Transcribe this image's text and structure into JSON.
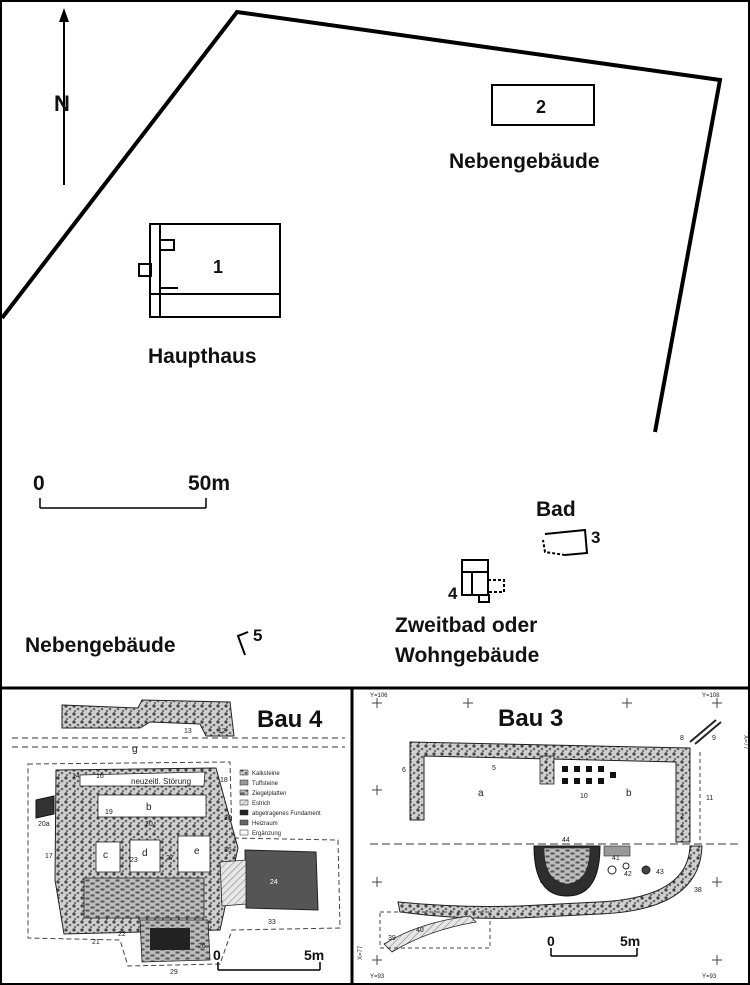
{
  "site_plan": {
    "north": "N",
    "buildings": [
      {
        "number": "1",
        "name": "Haupthaus"
      },
      {
        "number": "2",
        "name": "Nebengebäude"
      },
      {
        "number": "3",
        "name": "Bad"
      },
      {
        "number": "4",
        "name_line1": "Zweitbad oder",
        "name_line2": "Wohngebäude"
      },
      {
        "number": "5",
        "name": "Nebengebäude"
      }
    ],
    "scale": {
      "start": "0",
      "end": "50m"
    }
  },
  "bau4": {
    "title": "Bau 4",
    "scale": {
      "start": "0",
      "end": "5m"
    },
    "note": "neuzeitl. Störung",
    "room_letters": [
      "g",
      "b",
      "c",
      "d",
      "e"
    ],
    "room_numbers": [
      "13",
      "12",
      "14",
      "16",
      "18",
      "19",
      "20",
      "20a",
      "17",
      "23",
      "27",
      "28",
      "35",
      "24",
      "21",
      "22",
      "26",
      "29",
      "33"
    ],
    "legend": [
      "Kalksteine",
      "Tuffsteine",
      "Ziegelplatten",
      "Estrich",
      "abgetragenes Fundament",
      "Heizraum",
      "Ergänzung"
    ]
  },
  "bau3": {
    "title": "Bau 3",
    "scale": {
      "start": "0",
      "end": "5m"
    },
    "room_letters": [
      "a",
      "b"
    ],
    "room_numbers": [
      "6",
      "5",
      "3",
      "4",
      "10",
      "11",
      "2",
      "44",
      "41",
      "42",
      "43",
      "38",
      "39",
      "40",
      "8",
      "9"
    ],
    "grid_labels": [
      "Y=106",
      "Y=108",
      "Y=93",
      "Y=93",
      "X=77",
      "X=77"
    ]
  },
  "colors": {
    "ink": "#111111",
    "paper": "#ffffff",
    "hatch": "#555555",
    "dark_fill": "#3a3a3a"
  }
}
